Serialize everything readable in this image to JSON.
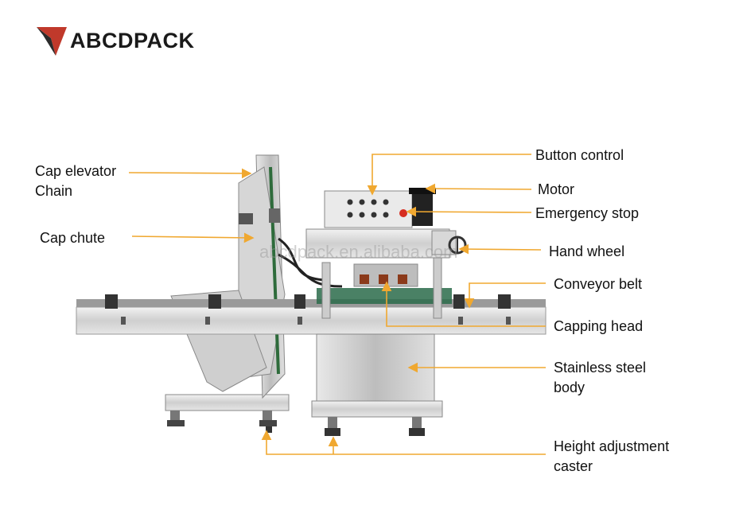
{
  "logo": {
    "text": "ABCDPACK",
    "accent_color": "#c0392b"
  },
  "watermark": "abcdpack.en.alibaba.com",
  "leader_color": "#f0a830",
  "labels": {
    "cap_elevator_chain": "Cap elevator\nChain",
    "cap_chute": "Cap chute",
    "button_control": "Button control",
    "motor": "Motor",
    "emergency_stop": "Emergency stop",
    "hand_wheel": "Hand wheel",
    "conveyor_belt": "Conveyor belt",
    "capping_head": "Capping head",
    "stainless_steel_body": "Stainless steel\nbody",
    "height_adjustment_caster": "Height adjustment\ncaster"
  }
}
